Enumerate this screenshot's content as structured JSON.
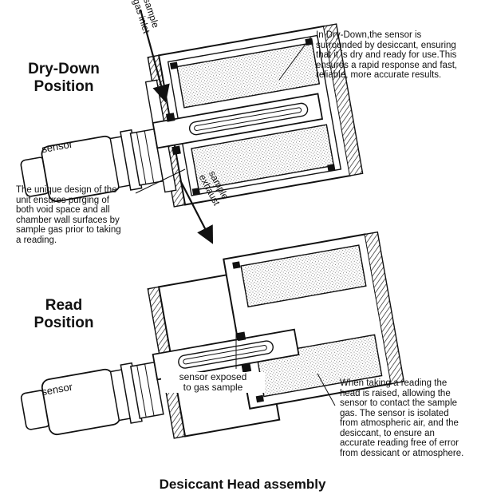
{
  "top_section": {
    "title": "Dry-Down\nPosition",
    "note_right": "In Dry-Down,the sensor is\nsurrounded by desiccant, ensuring\nthat it is dry and ready for use.This\nensures a rapid response and fast,\nreliable, more accurate results.",
    "note_left": "The unique design of the\nunit ensures purging of\nboth void space and all\nchamber wall surfaces by\nsample gas prior to taking\na reading.",
    "inlet_label": "sample\ngas inlet",
    "exhaust_label": "sample\nexhaust",
    "sensor_label": "sensor"
  },
  "bottom_section": {
    "title": "Read\nPosition",
    "note_right": "When taking a reading the\nhead is raised, allowing the\nsensor to contact the sample\ngas. The sensor is isolated\nfrom atmospheric air, and the\ndesiccant, to ensure an\naccurate reading free of error\nfrom dessicant or atmosphere.",
    "sensor_exposed_label": "sensor exposed\nto gas sample",
    "sensor_label": "sensor"
  },
  "caption": "Desiccant Head assembly"
}
